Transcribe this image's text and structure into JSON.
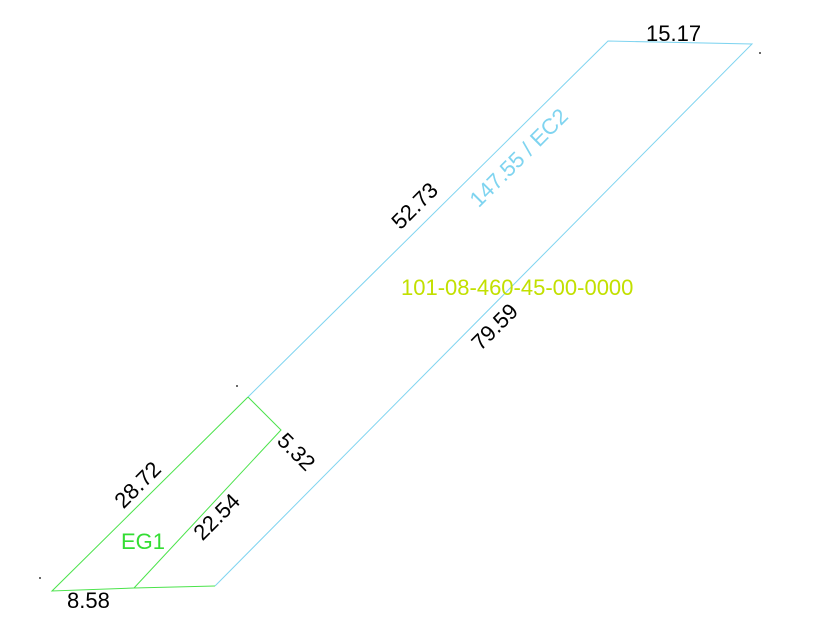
{
  "colors": {
    "blue_line": "#7fd4f0",
    "green_line": "#4be34b",
    "dimension_text": "#000000",
    "parcel_text": "#c2e000",
    "zone_green_text": "#33dd33"
  },
  "parcel": {
    "id": "101-08-460-45-00-0000"
  },
  "zones": {
    "blue": "147.55 / EC2",
    "green": "EG1"
  },
  "dimensions": {
    "top": "15.17",
    "upper_left": "52.73",
    "right": "79.59",
    "lower_left": "28.72",
    "inner_diagonal": "22.54",
    "inner_short": "5.32",
    "bottom": "8.58"
  }
}
